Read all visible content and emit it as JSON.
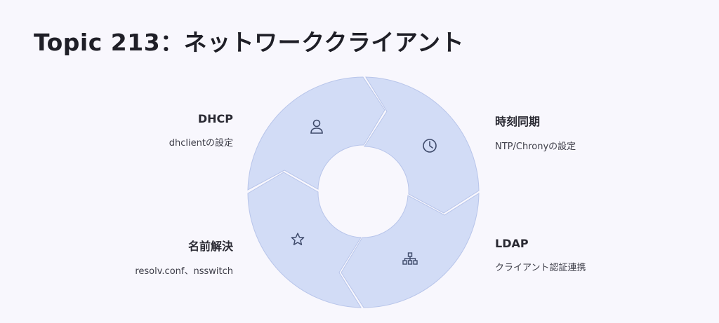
{
  "title": "Topic 213：ネットワーククライアント",
  "colors": {
    "segment_fill": "#d2dcf6",
    "segment_stroke": "#b8c5ea",
    "icon": "#3e4a6a",
    "background": "#f8f7fd"
  },
  "segments": [
    {
      "heading": "DHCP",
      "description": "dhclientの設定",
      "icon": "user-icon"
    },
    {
      "heading": "時刻同期",
      "description": "NTP/Chronyの設定",
      "icon": "clock-icon"
    },
    {
      "heading": "名前解決",
      "description": "resolv.conf、nsswitch",
      "icon": "star-icon"
    },
    {
      "heading": "LDAP",
      "description": "クライアント認証連携",
      "icon": "hierarchy-icon"
    }
  ]
}
